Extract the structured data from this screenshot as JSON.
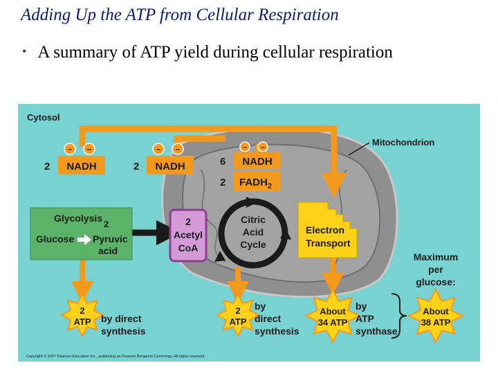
{
  "slide": {
    "title": "Adding Up the ATP from Cellular Respiration",
    "bullet": "A summary of ATP yield during cellular respiration"
  },
  "diagram": {
    "cytosol_label": "Cytosol",
    "mitochondrion_label": "Mitochondrion",
    "nadh": [
      {
        "count": "2",
        "label": "NADH"
      },
      {
        "count": "2",
        "label": "NADH"
      },
      {
        "count": "6",
        "label": "NADH"
      }
    ],
    "fadh2": {
      "count": "2",
      "label": "FADH",
      "sub": "2"
    },
    "glycolysis": {
      "title": "Glycolysis",
      "glucose": "Glucose",
      "pyruvic1": "Pyruvic",
      "pyruvic2": "acid",
      "sub2": "2"
    },
    "acetyl": {
      "line1": "2",
      "line2": "Acetyl",
      "line3": "CoA"
    },
    "citric": {
      "line1": "Citric",
      "line2": "Acid",
      "line3": "Cycle"
    },
    "electron": {
      "line1": "Electron",
      "line2": "Transport"
    },
    "maximum": {
      "line1": "Maximum",
      "line2": "per",
      "line3": "glucose:"
    },
    "atp1": {
      "count": "2",
      "label": "ATP",
      "caption1": "by direct",
      "caption2": "synthesis"
    },
    "atp2": {
      "count": "2",
      "label": "ATP",
      "caption1": "by",
      "caption2": "direct",
      "caption3": "synthesis"
    },
    "atp3": {
      "line1": "About",
      "line2": "34 ATP",
      "caption1": "by",
      "caption2": "ATP",
      "caption3": "synthase"
    },
    "atp4": {
      "line1": "About",
      "line2": "38 ATP"
    },
    "copyright": "Copyright © 2007 Pearson Education Inc., publishing as Pearson Benjamin Cummings. All rights reserved."
  },
  "colors": {
    "background": "#79d2d2",
    "orange": "#f39a1d",
    "yellow": "#ffd21a",
    "green": "#5bb36a",
    "purple": "#d49ad8",
    "mito": "#8f8f8f",
    "title": "#0d1a73"
  }
}
